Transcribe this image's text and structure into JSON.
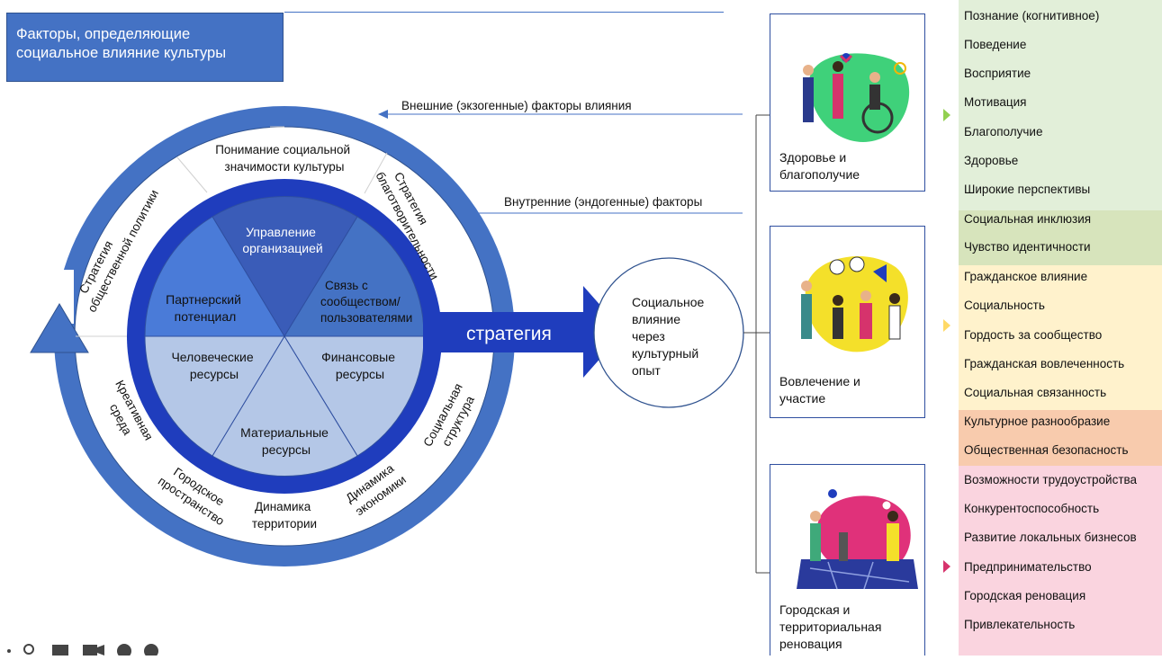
{
  "title": "Факторы, определяющие социальное влияние культуры",
  "title_lines": [
    "Факторы, определяющие",
    "социальное влияние культуры"
  ],
  "external_factors": "Внешние (экзогенные) факторы влияния",
  "internal_factors": "Внутренние (эндогенные) факторы",
  "outer_ring": {
    "understanding": [
      "Понимание социальной",
      "значимости культуры"
    ],
    "charity": [
      "Стратегия",
      "благотворительности"
    ],
    "public_policy": [
      "Стратегия",
      "общественной политики"
    ],
    "social_structure": [
      "Социальная",
      "структура"
    ],
    "economy": [
      "Динамика",
      "экономики"
    ],
    "territory": [
      "Динамика",
      "территории"
    ],
    "urban_space": [
      "Городское",
      "пространство"
    ],
    "creative": [
      "Креативная",
      "среда"
    ]
  },
  "inner_sectors": {
    "management": [
      "Управление",
      "организацией"
    ],
    "community": [
      "Связь с",
      "сообществом/",
      "пользователями"
    ],
    "finance": [
      "Финансовые",
      "ресурсы"
    ],
    "material": [
      "Материальные",
      "ресурсы"
    ],
    "human": [
      "Человеческие",
      "ресурсы"
    ],
    "partner": [
      "Партнерский",
      "потенциал"
    ]
  },
  "strategy_label": "стратегия",
  "impact_circle": [
    "Социальное",
    "влияние",
    "через",
    "культурный",
    "опыт"
  ],
  "cards": [
    {
      "label": [
        "Здоровье и",
        "благополучие"
      ]
    },
    {
      "label": [
        "Вовлечение и",
        "участие"
      ]
    },
    {
      "label": [
        "Городская и",
        "территориальная",
        "реновация"
      ]
    }
  ],
  "factors": [
    {
      "text": "Познание (когнитивное)",
      "group": "health"
    },
    {
      "text": "Поведение",
      "group": "health"
    },
    {
      "text": "Восприятие",
      "group": "health"
    },
    {
      "text": "Мотивация",
      "group": "health"
    },
    {
      "text": "Благополучие",
      "group": "health"
    },
    {
      "text": "Здоровье",
      "group": "health"
    },
    {
      "text": "Широкие перспективы",
      "group": "health"
    },
    {
      "text": "Социальная инклюзия",
      "group": "olive"
    },
    {
      "text": "Чувство идентичности",
      "group": "olive"
    },
    {
      "text": "Гражданское влияние",
      "group": "engagement"
    },
    {
      "text": "Социальность",
      "group": "engagement"
    },
    {
      "text": "Гордость за сообщество",
      "group": "engagement"
    },
    {
      "text": "Гражданская вовлеченность",
      "group": "engagement"
    },
    {
      "text": "Социальная связанность",
      "group": "engagement"
    },
    {
      "text": "Культурное разнообразие",
      "group": "orange"
    },
    {
      "text": "Общественная безопасность",
      "group": "orange"
    },
    {
      "text": "Возможности трудоустройства",
      "group": "urban"
    },
    {
      "text": "Конкурентоспособность",
      "group": "urban"
    },
    {
      "text": "Развитие локальных бизнесов",
      "group": "urban"
    },
    {
      "text": "Предпринимательство",
      "group": "urban"
    },
    {
      "text": "Городская реновация",
      "group": "urban"
    },
    {
      "text": "Привлекательность",
      "group": "urban"
    }
  ],
  "colors": {
    "ring_blue": "#4472c4",
    "dark_blue": "#1f3dbd",
    "sector_mid": "#4a6fc8",
    "sector_dark": "#3a5cb8",
    "sector_light": "#b4c7e7",
    "band_health": "#e2efd9",
    "band_olive": "#d7e4bc",
    "band_engagement": "#fff2cc",
    "band_orange": "#f8cbad",
    "band_urban": "#fad4df",
    "arrow_health": "#92d050",
    "arrow_engagement": "#ffd966",
    "arrow_urban": "#d6336c"
  }
}
